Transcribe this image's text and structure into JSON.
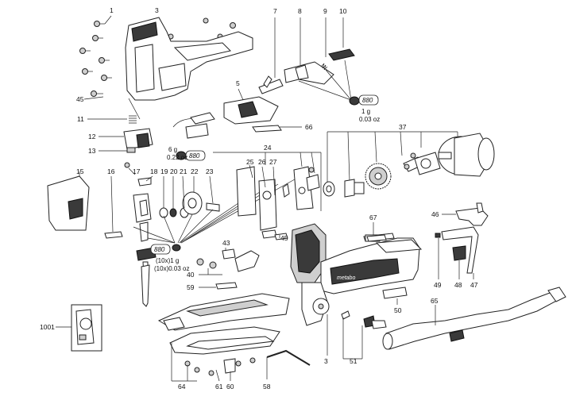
{
  "labels": {
    "p1": "1",
    "p3a": "3",
    "p7": "7",
    "p8": "8",
    "p9": "9",
    "p10": "10",
    "p45a": "45",
    "p5": "5",
    "p11": "11",
    "p12": "12",
    "p13": "13",
    "p66": "66",
    "p24": "24",
    "p37": "37",
    "p15": "15",
    "p16": "16",
    "p17": "17",
    "p18": "18",
    "p19": "19",
    "p20": "20",
    "p21": "21",
    "p22": "22",
    "p23": "23",
    "p25": "25",
    "p26": "26",
    "p27": "27",
    "p45b": "45",
    "p67": "67",
    "p46": "46",
    "p43": "43",
    "p40": "40",
    "p59": "59",
    "p49": "49",
    "p48": "48",
    "p47": "47",
    "p50": "50",
    "p65": "65",
    "p1001": "1001",
    "p3b": "3",
    "p51": "51",
    "p64": "64",
    "p61": "61",
    "p60": "60",
    "p58": "58"
  },
  "grease_badges": {
    "b1": {
      "code": "880",
      "qty": "1 g",
      "qty2": "0.03 oz"
    },
    "b2": {
      "code": "880",
      "qty": "6 g",
      "qty2": "0.22 oz"
    },
    "b3": {
      "code": "880",
      "qty": "(10x)1 g",
      "qty2": "(10x)0.03 oz"
    }
  },
  "brand_text": "metabo"
}
